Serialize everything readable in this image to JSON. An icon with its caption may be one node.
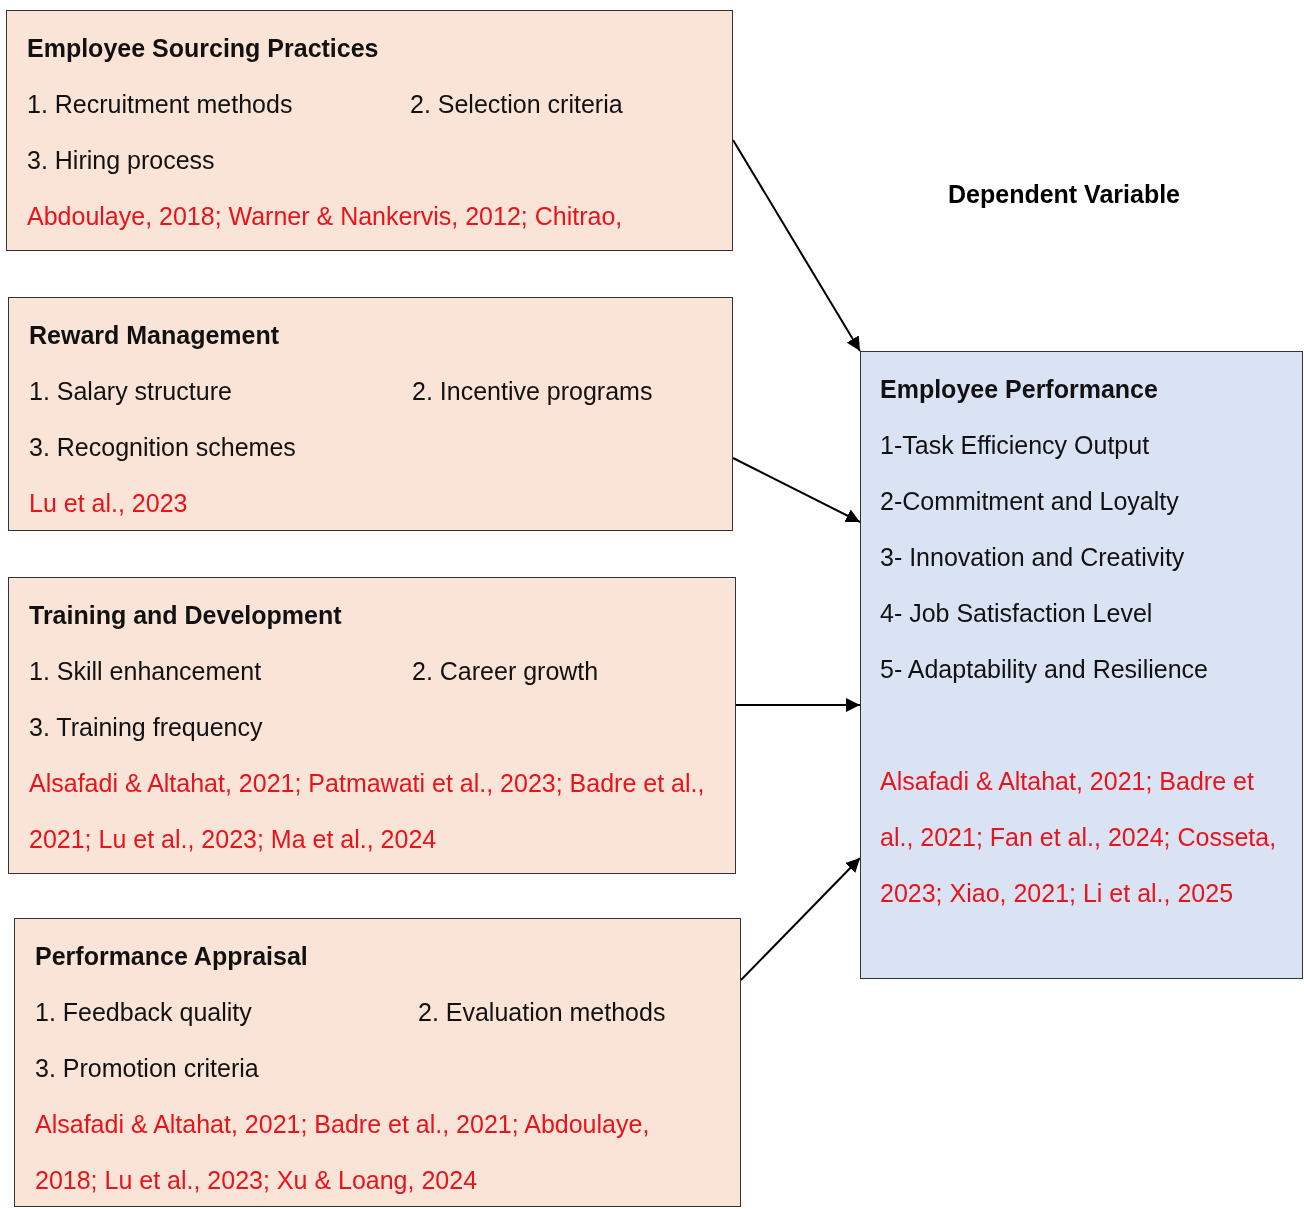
{
  "diagram": {
    "nodes": [
      {
        "text": [
          "Employee Sourcing Practices",
          "1. Recruitment methods",
          "2. Selection criteria",
          "3. Hiring process",
          "Abdoulaye, 2018; Warner & Nankervis, 2012; Chitrao,"
        ]
      },
      {
        "text": [
          "Reward Management",
          "1. Salary structure",
          "2. Incentive programs",
          "3. Recognition schemes",
          "Lu et al., 2023"
        ]
      },
      {
        "text": [
          "Training and Development",
          "1. Skill enhancement",
          "2. Career growth",
          "3. Training frequency",
          "Alsafadi & Altahat, 2021; Patmawati et al., 2023; Badre et al., 2021; Lu et al., 2023; Ma et al., 2024"
        ]
      },
      {
        "text": [
          "Performance Appraisal",
          "1. Feedback quality",
          "2. Evaluation methods",
          "3. Promotion criteria",
          "Alsafadi & Altahat, 2021; Badre et al., 2021; Abdoulaye, 2018; Lu et al., 2023; Xu & Loang, 2024"
        ]
      },
      {
        "text": [
          "Employee Performance",
          "1-Task Efficiency Output",
          "2-Commitment and Loyalty",
          "3- Innovation and Creativity",
          "4- Job Satisfaction Level",
          "5- Adaptability and Resilience",
          "Alsafadi & Altahat, 2021; Badre et al., 2021; Fan et al., 2024; Cosseta, 2023; Xiao, 2021; Li et al., 2025"
        ]
      }
    ],
    "edges": [
      {
        "from": 0,
        "to": 4,
        "arrow": "to"
      },
      {
        "from": 1,
        "to": 4,
        "arrow": "to"
      },
      {
        "from": 2,
        "to": 4,
        "arrow": "to"
      },
      {
        "from": 3,
        "to": 4,
        "arrow": "to"
      }
    ],
    "labels": [
      "Dependent Variable"
    ]
  }
}
